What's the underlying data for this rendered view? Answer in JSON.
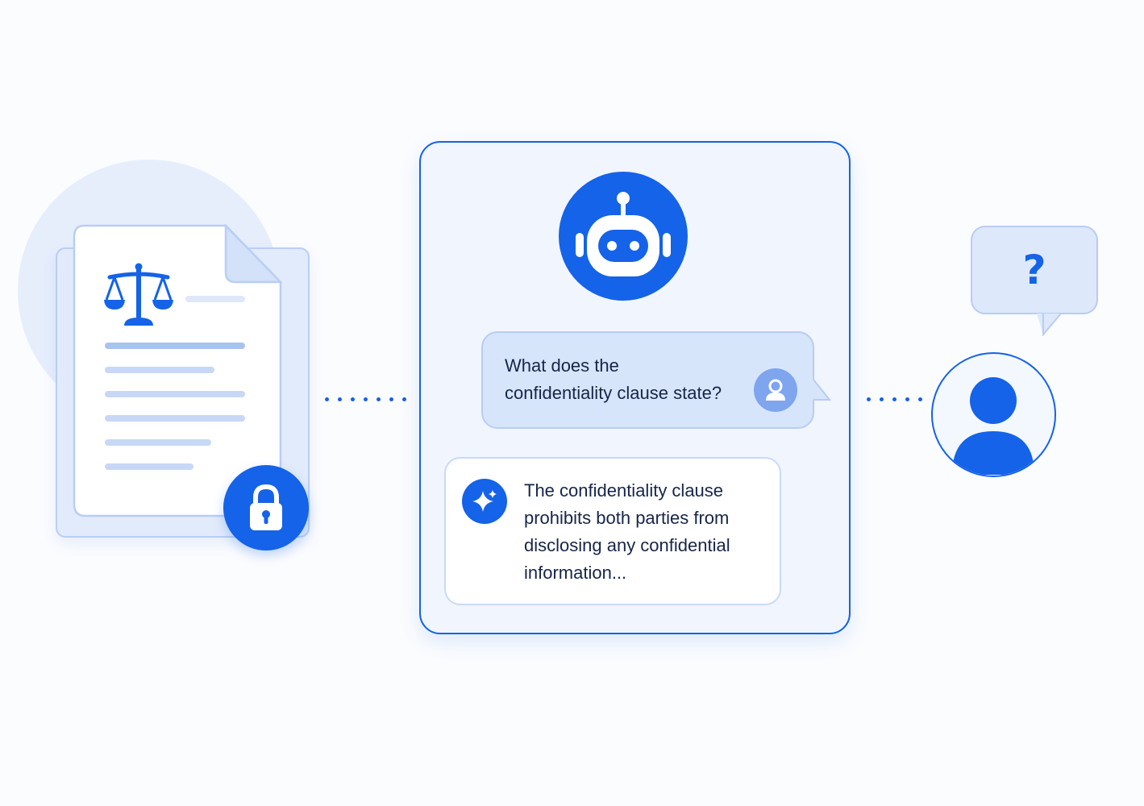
{
  "icons": {
    "document": "legal-document-icon",
    "scales": "scales-of-justice-icon",
    "lock": "lock-icon",
    "assistant": "robot-icon",
    "user_small": "user-avatar-icon",
    "sparkle": "sparkle-icon",
    "user_large": "user-icon",
    "question": "question-mark-icon"
  },
  "colors": {
    "accent": "#1463e8",
    "light_blue": "#d7e5fb",
    "background": "#fbfcfe"
  },
  "chat": {
    "question_line1": "What does the",
    "question_line2": "confidentiality clause state?",
    "answer_line1": "The confidentiality clause",
    "answer_line2": "prohibits both parties from",
    "answer_line3": "disclosing any confidential",
    "answer_line4": "information..."
  },
  "help_bubble": {
    "mark": "?"
  }
}
